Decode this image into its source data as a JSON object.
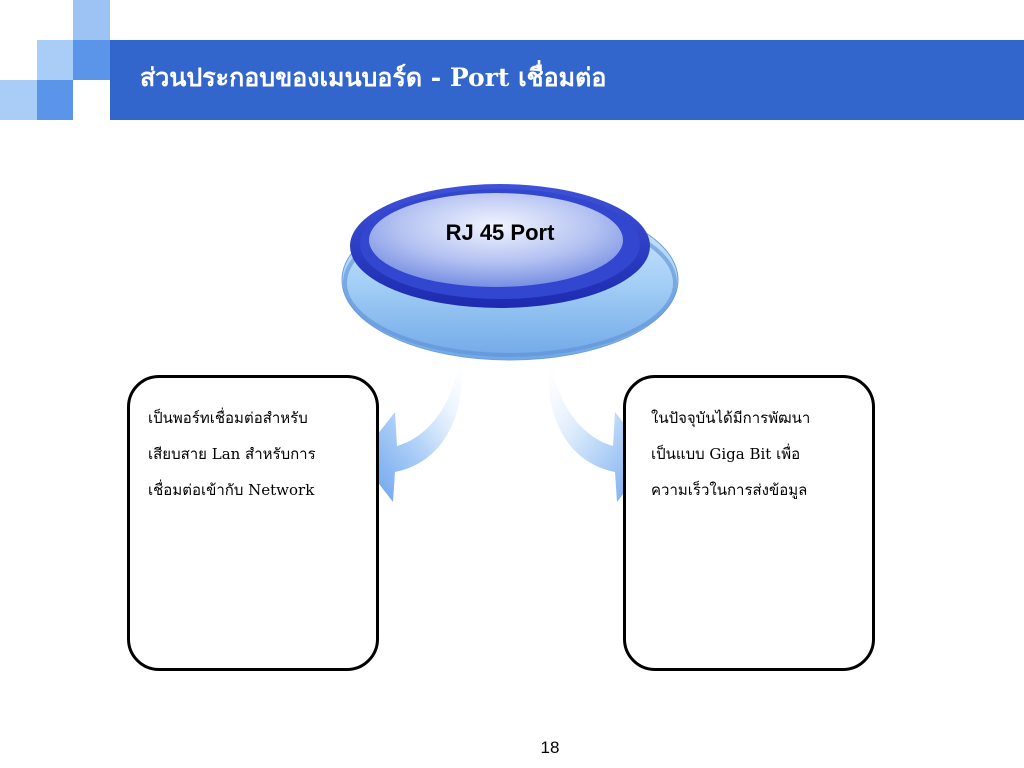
{
  "slide": {
    "title": "ส่วนประกอบของเมนบอร์ด - Port เชื่อมต่อ",
    "page_number": "18"
  },
  "center_oval": {
    "label": "RJ 45 Port"
  },
  "left_box": {
    "lines": [
      " เป็นพอร์ทเชื่อมต่อสำหรับ",
      "เสียบสาย Lan สำหรับการ",
      "เชื่อมต่อเข้ากับ Network"
    ]
  },
  "right_box": {
    "lines": [
      "ในปัจจุบันได้มีการพัฒนา",
      "เป็นแบบ Giga Bit เพื่อ",
      "ความเร็วในการส่งข้อมูล"
    ]
  },
  "colors": {
    "title_bar": "#3366cc",
    "oval_outer": "#9cc8f4",
    "oval_rim": "#2a3fc8",
    "oval_inner": "#8fa8ee",
    "arrow": "#7fb2f0"
  }
}
